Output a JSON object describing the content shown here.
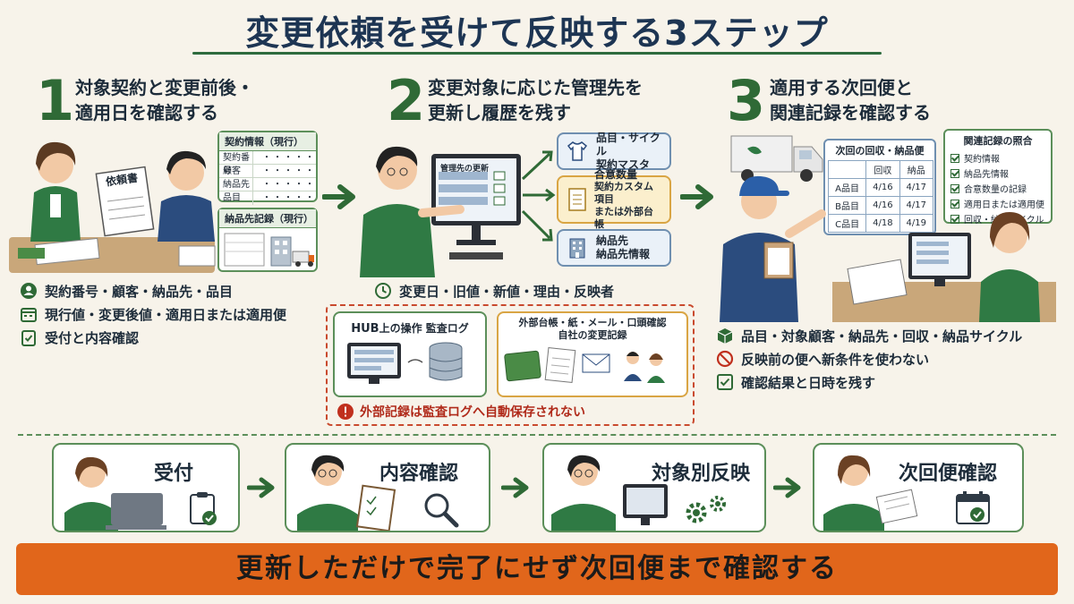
{
  "title": "変更依頼を受けて反映する3ステップ",
  "steps": [
    {
      "num": "1",
      "title_line1": "対象契約と変更前後・",
      "title_line2": "適用日を確認する",
      "doc_label": "依頼書",
      "contract_card": {
        "header": "契約情報（現行）",
        "rows": [
          {
            "label": "契約番号",
            "value": "・・・・・"
          },
          {
            "label": "顧客",
            "value": "・・・・・"
          },
          {
            "label": "納品先",
            "value": "・・・・・"
          },
          {
            "label": "品目",
            "value": "・・・・・"
          }
        ]
      },
      "delivery_card_header": "納品先記録（現行）",
      "bullets": [
        "契約番号・顧客・納品先・品目",
        "現行値・変更後値・適用日または適用便",
        "受付と内容確認"
      ]
    },
    {
      "num": "2",
      "title_line1": "変更対象に応じた管理先を",
      "title_line2": "更新し履歴を残す",
      "screen_label": "管理先の更新",
      "targets": [
        {
          "line1": "品目・サイクル",
          "line2": "契約マスタ",
          "line3": ""
        },
        {
          "line1": "合意数量",
          "line2": "契約カスタム項目",
          "line3": "または外部台帳"
        },
        {
          "line1": "納品先",
          "line2": "納品先情報",
          "line3": ""
        }
      ],
      "bullet": "変更日・旧値・新値・理由・反映者",
      "hub_box": {
        "label_prefix": "HUB",
        "label_rest": "上の操作 監査ログ"
      },
      "external_box": {
        "line1": "外部台帳・紙・メール・口頭確認",
        "line2": "自社の変更記録"
      },
      "warning": "外部記録は監査ログへ自動保存されない"
    },
    {
      "num": "3",
      "title_line1": "適用する次回便と",
      "title_line2": "関連記録を確認する",
      "schedule": {
        "header": "次回の回収・納品便",
        "columns": [
          "",
          "回収",
          "納品"
        ],
        "rows": [
          [
            "A品目",
            "4/16",
            "4/17"
          ],
          [
            "B品目",
            "4/16",
            "4/17"
          ],
          [
            "C品目",
            "4/18",
            "4/19"
          ]
        ]
      },
      "checklist": {
        "header": "関連記録の照合",
        "items": [
          "契約情報",
          "納品先情報",
          "合意数量の記録",
          "適用日または適用便",
          "回収・納品サイクル"
        ]
      },
      "bullets": [
        "品目・対象顧客・納品先・回収・納品サイクル",
        "反映前の便へ新条件を使わない",
        "確認結果と日時を残す"
      ]
    }
  ],
  "flow": [
    "受付",
    "内容確認",
    "対象別反映",
    "次回便確認"
  ],
  "banner": "更新しただけで完了にせず次回便まで確認する",
  "colors": {
    "green": "#2f6a36",
    "navy": "#1d3553",
    "orange": "#e1661b",
    "bg": "#f7f3ea"
  }
}
